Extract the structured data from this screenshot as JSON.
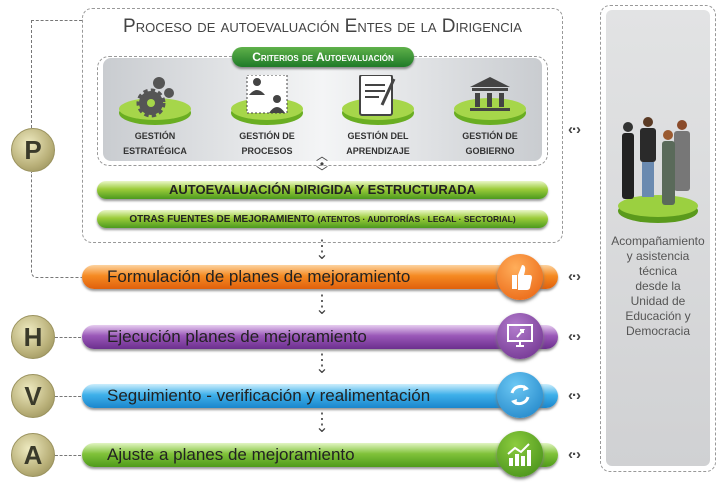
{
  "title": "Proceso de autoevaluación Entes de la Dirigencia",
  "criteria_label": "Criterios de Autoevaluación",
  "criteria": [
    {
      "line1": "GESTIÓN",
      "line2": "ESTRATÉGICA",
      "icon": "gears-icon"
    },
    {
      "line1": "GESTIÓN DE",
      "line2": "PROCESOS",
      "icon": "people-process-icon"
    },
    {
      "line1": "GESTIÓN DEL",
      "line2": "APRENDIZAJE",
      "icon": "document-pen-icon"
    },
    {
      "line1": "GESTIÓN DE",
      "line2": "GOBIERNO",
      "icon": "government-building-icon"
    }
  ],
  "bar_autoevaluacion": "AUTOEVALUACIÓN  DIRIGIDA Y ESTRUCTURADA",
  "bar_otras": {
    "main": "OTRAS FUENTES DE MEJORAMIENTO",
    "detail": "(ATENTOS · AUDITORÍAS · LEGAL · SECTORIAL)"
  },
  "phases": [
    {
      "letter": "P",
      "label": "Formulación de planes de mejoramiento",
      "color": "#f07a1a",
      "icon": "thumbs-up-icon"
    },
    {
      "letter": "H",
      "label": "Ejecución planes de mejoramiento",
      "color": "#8a4aa8",
      "icon": "monitor-icon"
    },
    {
      "letter": "V",
      "label": "Seguimiento - verificación y realimentación",
      "color": "#2a9ee0",
      "icon": "refresh-icon"
    },
    {
      "letter": "A",
      "label": "Ajuste a planes de mejoramiento",
      "color": "#5aab24",
      "icon": "growth-chart-icon"
    }
  ],
  "side_text": [
    "Acompañamiento",
    "y asistencia",
    "técnica",
    "desde la",
    "Unidad de",
    "Educación y",
    "Democracia"
  ],
  "link_symbol": "‹·›",
  "down_symbol": "⋮"
}
